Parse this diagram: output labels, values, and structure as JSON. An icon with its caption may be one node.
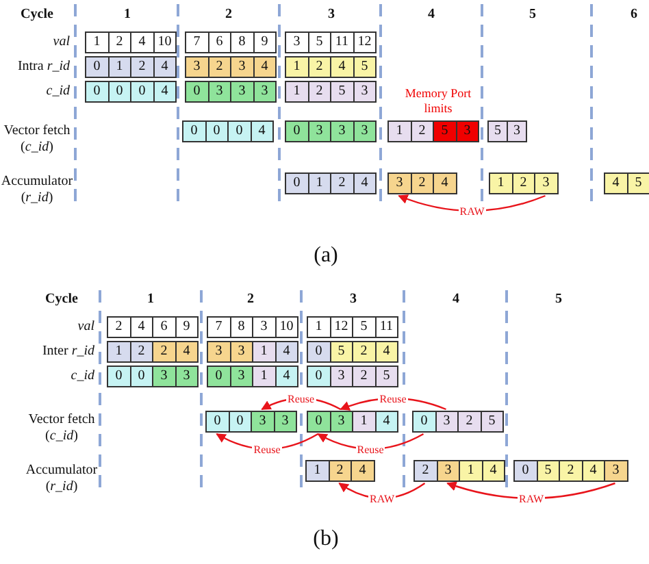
{
  "diagram": {
    "nodes": [
      {
        "text": [
          "1"
        ]
      },
      {
        "text": [
          "2"
        ]
      },
      {
        "text": [
          "4"
        ]
      },
      {
        "text": [
          "10"
        ]
      },
      {
        "text": [
          "7"
        ]
      },
      {
        "text": [
          "6"
        ]
      },
      {
        "text": [
          "8"
        ]
      },
      {
        "text": [
          "9"
        ]
      },
      {
        "text": [
          "3"
        ]
      },
      {
        "text": [
          "5"
        ]
      },
      {
        "text": [
          "11"
        ]
      },
      {
        "text": [
          "12"
        ]
      },
      {
        "text": [
          "0"
        ]
      },
      {
        "text": [
          "1"
        ]
      },
      {
        "text": [
          "2"
        ]
      },
      {
        "text": [
          "4"
        ]
      },
      {
        "text": [
          "3"
        ]
      },
      {
        "text": [
          "2"
        ]
      },
      {
        "text": [
          "3"
        ]
      },
      {
        "text": [
          "4"
        ]
      },
      {
        "text": [
          "1"
        ]
      },
      {
        "text": [
          "2"
        ]
      },
      {
        "text": [
          "4"
        ]
      },
      {
        "text": [
          "5"
        ]
      },
      {
        "text": [
          "0"
        ]
      },
      {
        "text": [
          "0"
        ]
      },
      {
        "text": [
          "0"
        ]
      },
      {
        "text": [
          "4"
        ]
      },
      {
        "text": [
          "0"
        ]
      },
      {
        "text": [
          "3"
        ]
      },
      {
        "text": [
          "3"
        ]
      },
      {
        "text": [
          "3"
        ]
      },
      {
        "text": [
          "1"
        ]
      },
      {
        "text": [
          "2"
        ]
      },
      {
        "text": [
          "5"
        ]
      },
      {
        "text": [
          "3"
        ]
      },
      {
        "text": [
          "0"
        ]
      },
      {
        "text": [
          "0"
        ]
      },
      {
        "text": [
          "0"
        ]
      },
      {
        "text": [
          "4"
        ]
      },
      {
        "text": [
          "0"
        ]
      },
      {
        "text": [
          "3"
        ]
      },
      {
        "text": [
          "3"
        ]
      },
      {
        "text": [
          "3"
        ]
      },
      {
        "text": [
          "1"
        ]
      },
      {
        "text": [
          "2"
        ]
      },
      {
        "text": [
          "5"
        ]
      },
      {
        "text": [
          "3"
        ]
      },
      {
        "text": [
          "5"
        ]
      },
      {
        "text": [
          "3"
        ]
      },
      {
        "text": [
          "0"
        ]
      },
      {
        "text": [
          "1"
        ]
      },
      {
        "text": [
          "2"
        ]
      },
      {
        "text": [
          "4"
        ]
      },
      {
        "text": [
          "3"
        ]
      },
      {
        "text": [
          "2"
        ]
      },
      {
        "text": [
          "4"
        ]
      },
      {
        "text": [
          "1"
        ]
      },
      {
        "text": [
          "2"
        ]
      },
      {
        "text": [
          "3"
        ]
      },
      {
        "text": [
          "4"
        ]
      },
      {
        "text": [
          "5"
        ]
      },
      {
        "text": [
          "2"
        ]
      },
      {
        "text": [
          "4"
        ]
      },
      {
        "text": [
          "6"
        ]
      },
      {
        "text": [
          "9"
        ]
      },
      {
        "text": [
          "7"
        ]
      },
      {
        "text": [
          "8"
        ]
      },
      {
        "text": [
          "3"
        ]
      },
      {
        "text": [
          "10"
        ]
      },
      {
        "text": [
          "1"
        ]
      },
      {
        "text": [
          "12"
        ]
      },
      {
        "text": [
          "5"
        ]
      },
      {
        "text": [
          "11"
        ]
      },
      {
        "text": [
          "1"
        ]
      },
      {
        "text": [
          "2"
        ]
      },
      {
        "text": [
          "2"
        ]
      },
      {
        "text": [
          "4"
        ]
      },
      {
        "text": [
          "3"
        ]
      },
      {
        "text": [
          "3"
        ]
      },
      {
        "text": [
          "1"
        ]
      },
      {
        "text": [
          "4"
        ]
      },
      {
        "text": [
          "0"
        ]
      },
      {
        "text": [
          "5"
        ]
      },
      {
        "text": [
          "2"
        ]
      },
      {
        "text": [
          "4"
        ]
      },
      {
        "text": [
          "0"
        ]
      },
      {
        "text": [
          "0"
        ]
      },
      {
        "text": [
          "3"
        ]
      },
      {
        "text": [
          "3"
        ]
      },
      {
        "text": [
          "0"
        ]
      },
      {
        "text": [
          "3"
        ]
      },
      {
        "text": [
          "1"
        ]
      },
      {
        "text": [
          "4"
        ]
      },
      {
        "text": [
          "0"
        ]
      },
      {
        "text": [
          "3"
        ]
      },
      {
        "text": [
          "2"
        ]
      },
      {
        "text": [
          "5"
        ]
      },
      {
        "text": [
          "0"
        ]
      },
      {
        "text": [
          "0"
        ]
      },
      {
        "text": [
          "3"
        ]
      },
      {
        "text": [
          "3"
        ]
      },
      {
        "text": [
          "0"
        ]
      },
      {
        "text": [
          "3"
        ]
      },
      {
        "text": [
          "1"
        ]
      },
      {
        "text": [
          "4"
        ]
      },
      {
        "text": [
          "0"
        ]
      },
      {
        "text": [
          "3"
        ]
      },
      {
        "text": [
          "2"
        ]
      },
      {
        "text": [
          "5"
        ]
      },
      {
        "text": [
          "1"
        ]
      },
      {
        "text": [
          "2"
        ]
      },
      {
        "text": [
          "4"
        ]
      },
      {
        "text": [
          "2"
        ]
      },
      {
        "text": [
          "3"
        ]
      },
      {
        "text": [
          "1"
        ]
      },
      {
        "text": [
          "4"
        ]
      },
      {
        "text": [
          "0"
        ]
      },
      {
        "text": [
          "5"
        ]
      },
      {
        "text": [
          "2"
        ]
      },
      {
        "text": [
          "4"
        ]
      },
      {
        "text": [
          "3"
        ]
      }
    ],
    "edges": [
      {
        "from": 59,
        "to": 54,
        "arrow": "to",
        "label": "RAW"
      },
      {
        "from": 103,
        "to": 100,
        "arrow": "to",
        "label": "Reuse"
      },
      {
        "from": 107,
        "to": 103,
        "arrow": "to",
        "label": "Reuse"
      },
      {
        "from": 102,
        "to": 98,
        "arrow": "to",
        "label": "Reuse"
      },
      {
        "from": 106,
        "to": 102,
        "arrow": "to",
        "label": "Reuse"
      },
      {
        "from": 113,
        "to": 111,
        "arrow": "to",
        "label": "RAW"
      },
      {
        "from": 121,
        "to": 114,
        "arrow": "to",
        "label": "RAW"
      }
    ],
    "labels": [
      "Cycle",
      "1",
      "2",
      "3",
      "4",
      "5",
      "6",
      "val",
      "Intra *r_id*",
      "c_id",
      "Memory Port limits",
      "Vector fetch (*c_id*)",
      "Accumulator (*r_id*)",
      "(a)",
      "Cycle",
      "1",
      "2",
      "3",
      "4",
      "5",
      "val",
      "Inter *r_id*",
      "c_id",
      "Vector fetch (*c_id*)",
      "Accumulator (*r_id*)",
      "(b)"
    ]
  }
}
